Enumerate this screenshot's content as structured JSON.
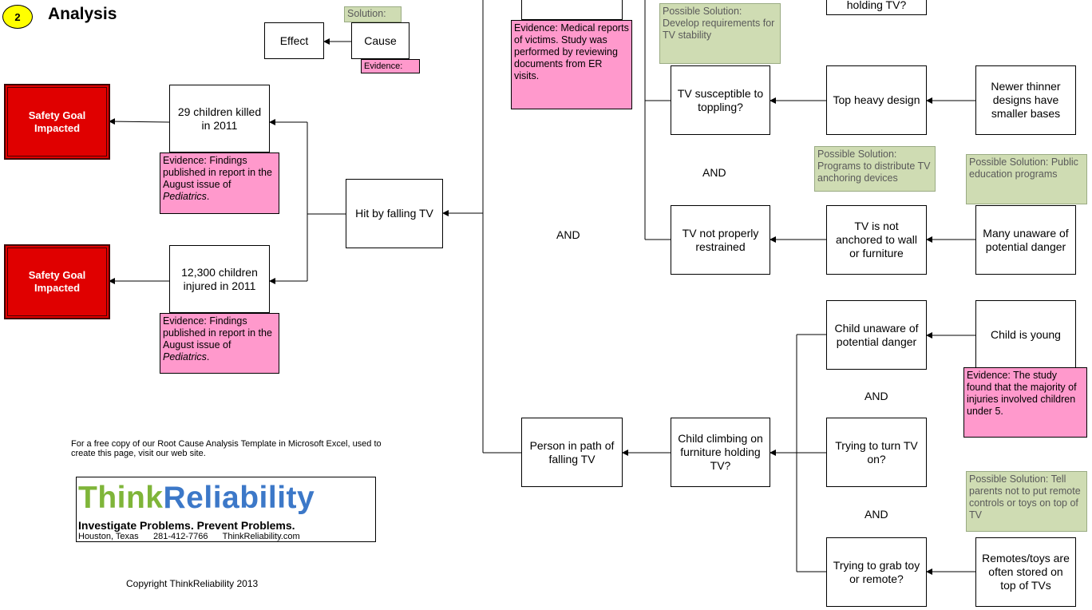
{
  "header": {
    "step_number": "2",
    "title": "Analysis"
  },
  "legend": {
    "solution": "Solution:",
    "effect": "Effect",
    "cause": "Cause",
    "evidence": "Evidence:"
  },
  "safety_goals": [
    "Safety Goal Impacted",
    "Safety Goal Impacted"
  ],
  "effects": {
    "killed": "29 children killed in 2011",
    "injured": "12,300 children injured in 2011"
  },
  "evidence": {
    "killed_text": "Evidence:  Findings published in report in the August issue of",
    "killed_journal": "Pediatrics",
    "injured_text": "Evidence:  Findings published in report in the August issue of",
    "injured_journal": "Pediatrics",
    "medical": "Evidence:  Medical reports of victims. Study was performed by reviewing documents from ER visits.",
    "young": "Evidence:  The study found that the majority of injuries involved children under 5."
  },
  "causes": {
    "hit_by_tv": "Hit by falling TV",
    "top_cut": "holding TV?",
    "tv_susceptible": "TV susceptible to toppling?",
    "top_heavy": "Top heavy design",
    "newer_thinner": "Newer thinner designs have smaller bases",
    "tv_not_restrained": "TV not properly restrained",
    "tv_not_anchored": "TV is not anchored to wall or furniture",
    "many_unaware": "Many unaware of potential danger",
    "child_unaware": "Child unaware of potential danger",
    "child_young": "Child is young",
    "person_in_path": "Person in path of falling TV",
    "child_climbing": "Child climbing on furniture holding TV?",
    "trying_turn_on": "Trying to turn TV on?",
    "trying_grab": "Trying to grab toy or remote?",
    "remotes_stored": "Remotes/toys are often stored on top of TVs"
  },
  "solutions": {
    "requirements": "Possible Solution: Develop requirements for TV stability",
    "anchoring": "Possible Solution: Programs to distribute TV anchoring devices",
    "education": "Possible Solution: Public  education programs",
    "tell_parents": "Possible Solution: Tell parents not to put remote controls or toys on top of TV"
  },
  "and_labels": [
    "AND",
    "AND",
    "AND",
    "AND"
  ],
  "footer": {
    "free_copy": "For a free copy of our Root Cause Analysis Template in Microsoft Excel, used to create this page, visit our web site.",
    "logo_think": "Think",
    "logo_reliability": "Reliability",
    "tagline": "Investigate Problems. Prevent Problems.",
    "city": "Houston, Texas",
    "phone": "281-412-7766",
    "website": "ThinkReliability.com",
    "copyright": "Copyright ThinkReliability 2013"
  },
  "colors": {
    "evidence": "#ff99cc",
    "solution": "#cfdcb3",
    "safety": "#e00000",
    "step_circle": "#ffff00"
  }
}
